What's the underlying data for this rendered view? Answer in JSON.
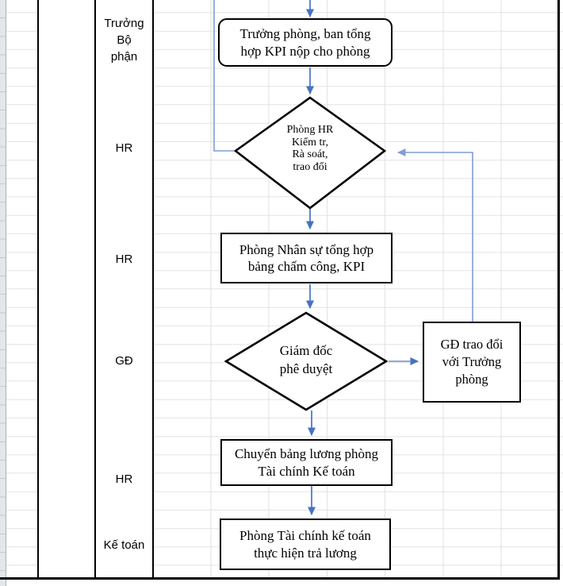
{
  "app": {
    "description": "Excel sheet with payroll approval swimlane flowchart"
  },
  "colors": {
    "arrow_blue": "#4472C4",
    "arrow_light": "#7F9DD6",
    "shape_border": "#000000",
    "gridline": "#E2E2E2",
    "row_header_bg": "#E3E6EB"
  },
  "swimlanes": {
    "labels": [
      {
        "id": "truong-bo-phan",
        "lines": [
          "Trưởng",
          "Bộ",
          "phận"
        ]
      },
      {
        "id": "hr-1",
        "lines": [
          "HR"
        ]
      },
      {
        "id": "hr-2",
        "lines": [
          "HR"
        ]
      },
      {
        "id": "gd",
        "lines": [
          "GĐ"
        ]
      },
      {
        "id": "hr-3",
        "lines": [
          "HR"
        ]
      },
      {
        "id": "ke-toan",
        "lines": [
          "Kế toán"
        ]
      }
    ]
  },
  "flow": {
    "box_top": {
      "lines": [
        "Trưởng phòng, ban tổng",
        "hợp KPI nộp cho phòng"
      ]
    },
    "diamond_hr": {
      "lines": [
        "Phòng HR",
        "Kiểm tr,",
        "Rà soát,",
        "trao đổi"
      ]
    },
    "box_hr": {
      "lines": [
        "Phòng Nhân sự tổng hợp",
        "bảng chấm công, KPI"
      ]
    },
    "diamond_gd": {
      "lines": [
        "Giám đốc",
        "phê duyệt"
      ]
    },
    "box_gd_side": {
      "lines": [
        "GĐ trao đổi",
        "với Trưởng",
        "phòng"
      ]
    },
    "box_salary": {
      "lines": [
        "Chuyển bảng lương phòng",
        "Tài chính Kế toán"
      ]
    },
    "box_pay": {
      "lines": [
        "Phòng Tài chính kế toán",
        "thực hiện trả lương"
      ]
    }
  }
}
